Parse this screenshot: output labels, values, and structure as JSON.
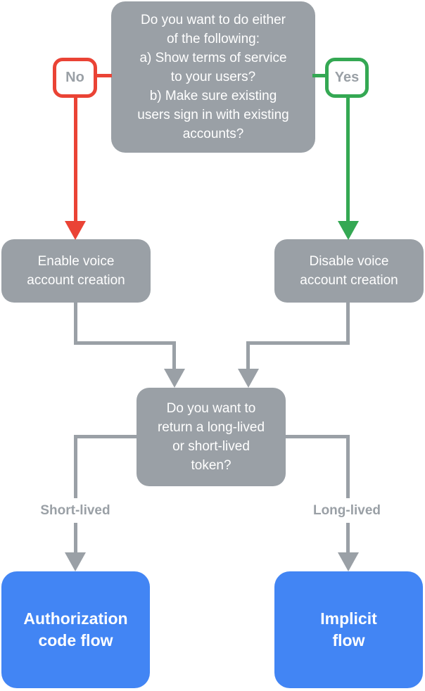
{
  "diagram": {
    "type": "flowchart",
    "colors": {
      "node_gray": "#9AA0A6",
      "edge_gray": "#9AA0A6",
      "no_red": "#EA4335",
      "yes_green": "#34A853",
      "result_blue": "#4285F4",
      "text_white": "#FFFFFF",
      "label_gray": "#9AA0A6",
      "label_bg": "#FFFFFF"
    },
    "nodes": {
      "root_question": "Do you want to do either\nof the following:\na) Show terms of service\nto your users?\nb) Make sure existing\nusers sign in with existing\naccounts?",
      "enable_voice": "Enable voice\naccount creation",
      "disable_voice": "Disable voice\naccount creation",
      "token_question": "Do you want to\nreturn a long-lived\nor short-lived\ntoken?",
      "authorization_code_flow": "Authorization\ncode flow",
      "implicit_flow": "Implicit\nflow"
    },
    "edge_labels": {
      "no": "No",
      "yes": "Yes",
      "short_lived": "Short-lived",
      "long_lived": "Long-lived"
    }
  }
}
